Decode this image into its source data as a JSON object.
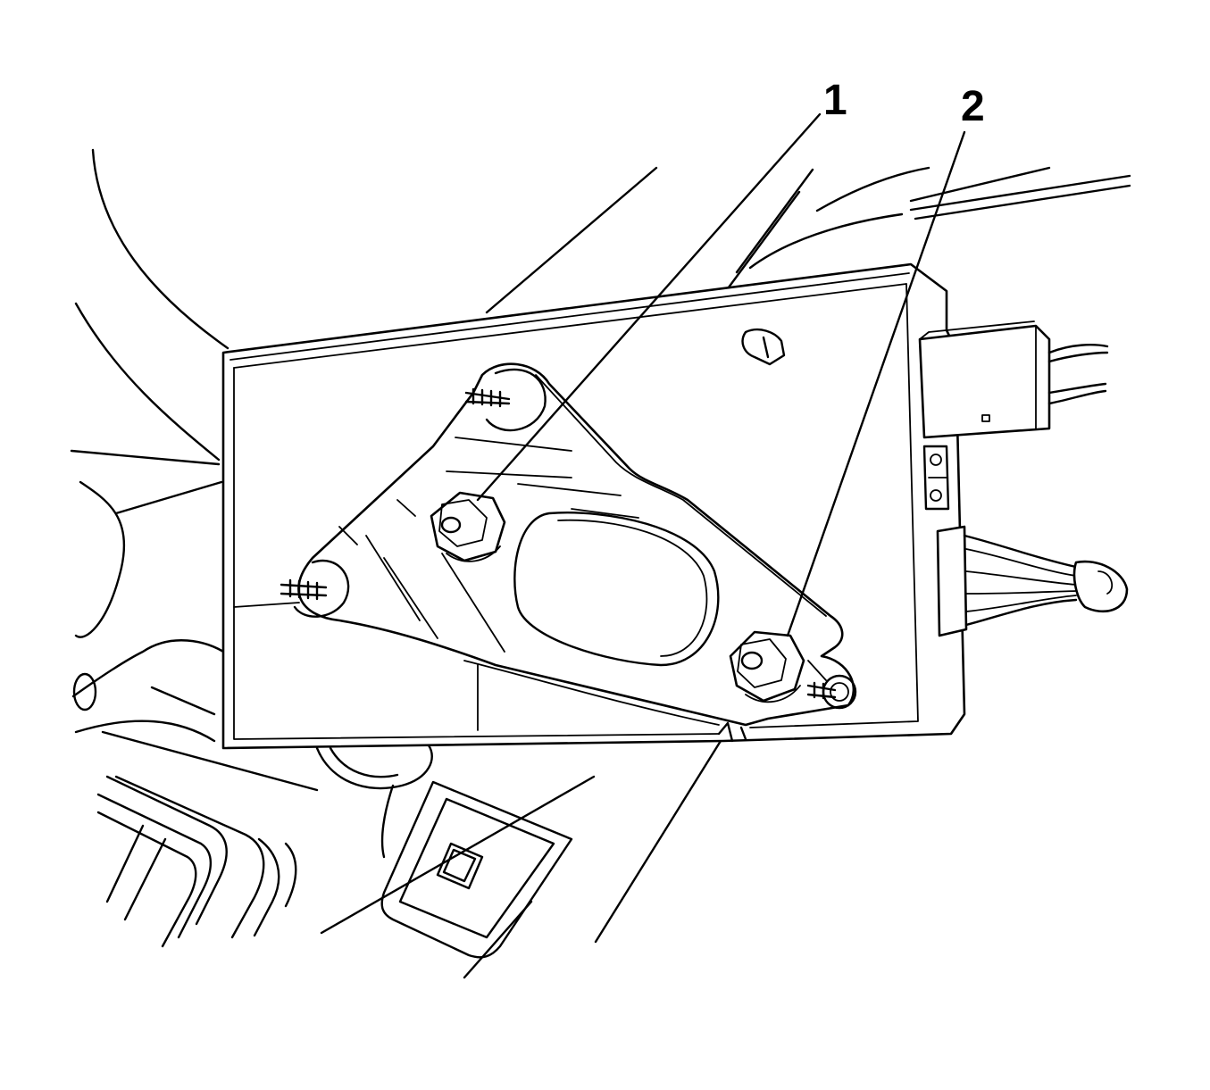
{
  "callouts": [
    {
      "label": "1",
      "target": "nut"
    },
    {
      "label": "2",
      "target": "nut"
    }
  ],
  "colors": {
    "line": "#000000",
    "background": "#ffffff"
  }
}
